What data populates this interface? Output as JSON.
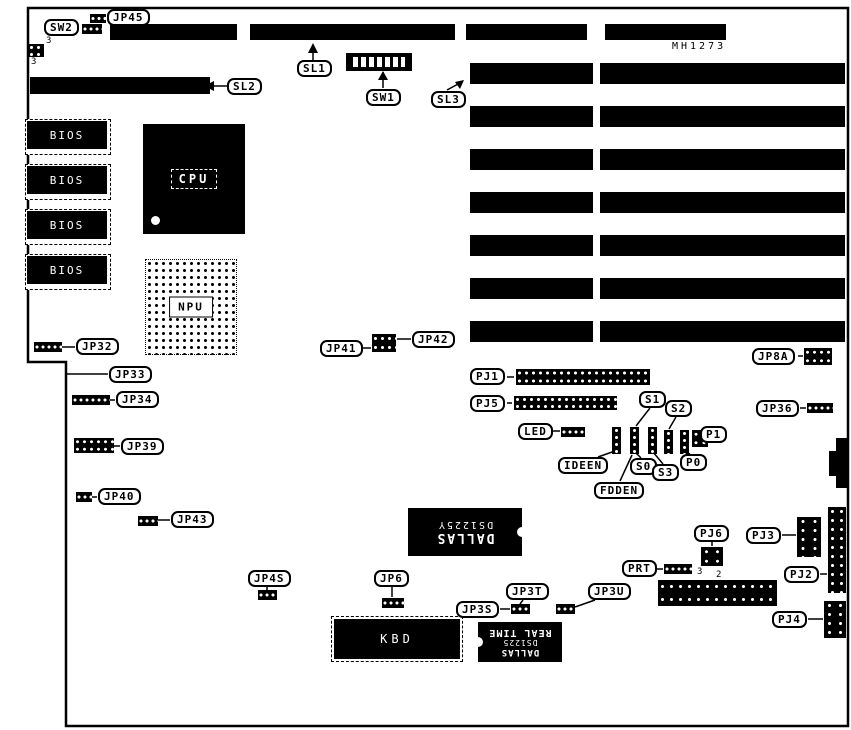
{
  "meta": {
    "part_number": "MH1273"
  },
  "labels": {
    "jp45": "JP45",
    "sw2": "SW2",
    "sl1": "SL1",
    "sw1": "SW1",
    "sl2": "SL2",
    "sl3": "SL3",
    "jp32": "JP32",
    "jp33": "JP33",
    "jp34": "JP34",
    "jp39": "JP39",
    "jp40": "JP40",
    "jp43": "JP43",
    "jp41": "JP41",
    "jp42": "JP42",
    "pj1": "PJ1",
    "pj5": "PJ5",
    "led": "LED",
    "ideen": "IDEEN",
    "fdden": "FDDEN",
    "s0": "S0",
    "s1": "S1",
    "s2": "S2",
    "s3": "S3",
    "p0": "P0",
    "p1": "P1",
    "jp8a": "JP8A",
    "jp36": "JP36",
    "pj6": "PJ6",
    "pj3": "PJ3",
    "pj2": "PJ2",
    "prt": "PRT",
    "pj4": "PJ4",
    "jp4s": "JP4S",
    "jp6": "JP6",
    "jp3s": "JP3S",
    "jp3t": "JP3T",
    "jp3u": "JP3U"
  },
  "chips": {
    "bios": "BIOS",
    "cpu": "CPU",
    "npu": "NPU",
    "kbd": "KBD",
    "nvram": {
      "brand": "DALLAS",
      "part": "DS1225Y"
    },
    "rtc": {
      "brand": "DALLAS",
      "part": "DS1225",
      "subtitle": "REAL TIME"
    }
  },
  "pin_labels": {
    "edge_top": "3",
    "edge_bottom": "3",
    "pj6_left": "3",
    "pj6_right": "2"
  }
}
